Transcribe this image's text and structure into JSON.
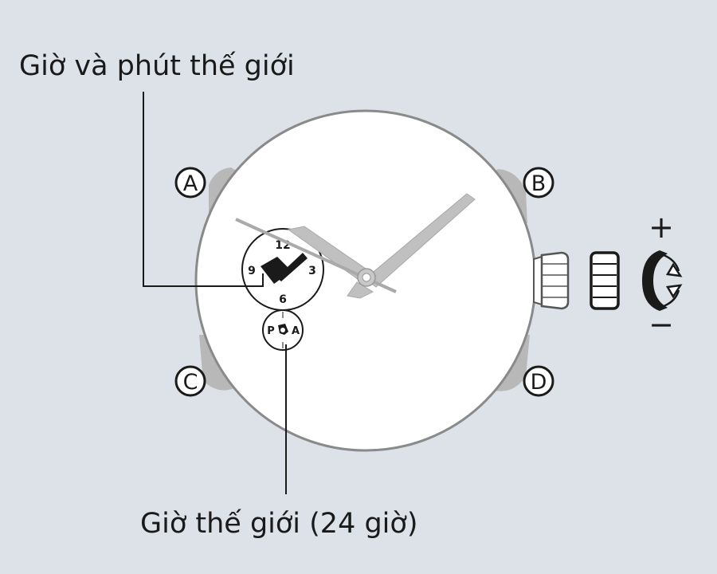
{
  "callouts": {
    "world_hour_minute": "Giờ và phút thế giới",
    "world_24h": "Giờ thế giới (24 giờ)"
  },
  "buttons": {
    "a": "A",
    "b": "B",
    "c": "C",
    "d": "D"
  },
  "subdial_main": {
    "n12": "12",
    "n3": "3",
    "n6": "6",
    "n9": "9"
  },
  "subdial_24h": {
    "p": "P",
    "a": "A"
  },
  "crown": {
    "plus": "+",
    "minus": "−"
  }
}
